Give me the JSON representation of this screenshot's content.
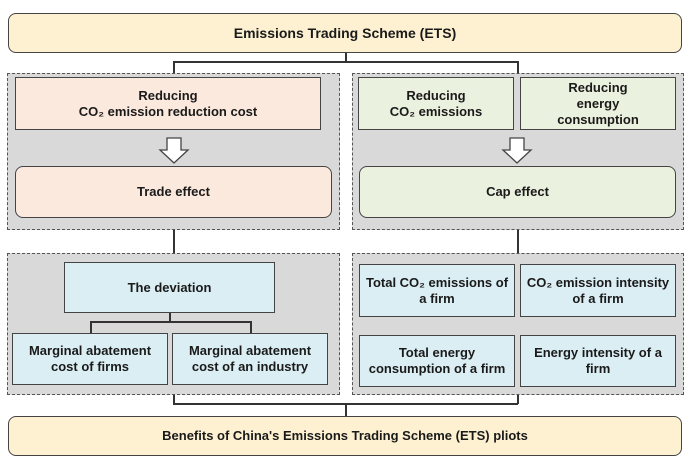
{
  "top": {
    "title": "Emissions Trading Scheme (ETS)"
  },
  "trade_panel": {
    "cause": [
      "Reducing",
      "CO₂ emission reduction cost"
    ],
    "effect": "Trade effect"
  },
  "cap_panel": {
    "cause_1": [
      "Reducing",
      "CO₂ emissions"
    ],
    "cause_2": [
      "Reducing",
      "energy",
      "consumption"
    ],
    "effect": "Cap effect"
  },
  "deviation_panel": {
    "title": "The deviation",
    "items": [
      "Marginal abatement cost of firms",
      "Marginal abatement cost of an industry"
    ]
  },
  "indicator_panel": {
    "items": [
      "Total CO₂ emissions of a firm",
      "CO₂ emission intensity of a firm",
      "Total energy consumption of a firm",
      "Energy intensity of a firm"
    ]
  },
  "bottom": {
    "title": "Benefits of China's Emissions Trading Scheme (ETS) pliots"
  }
}
